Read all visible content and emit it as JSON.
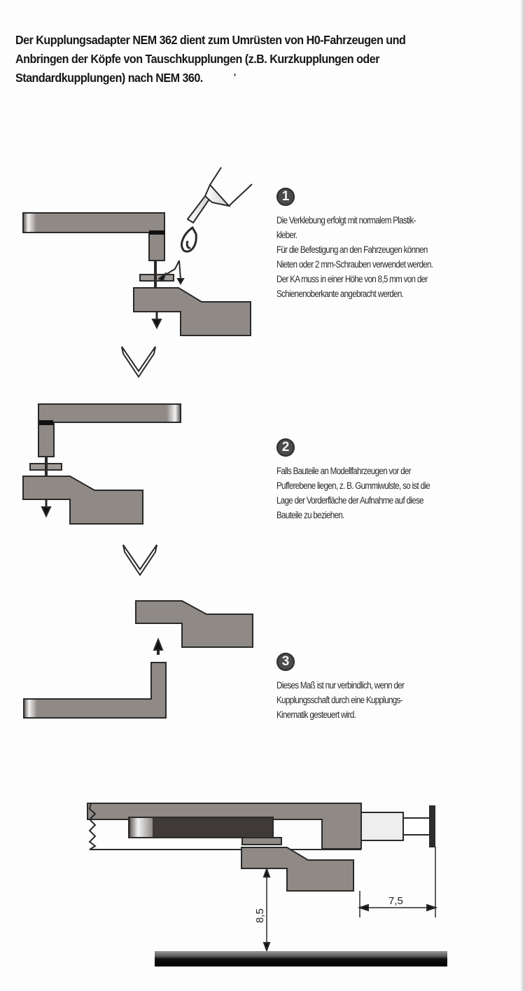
{
  "intro": {
    "lines": [
      "Der Kupplungsadapter NEM 362 dient zum Umrüsten von H0-Fahrzeugen und",
      "Anbringen der Köpfe von Tauschkupplungen (z.B. Kurzkupplungen oder",
      "Standardkupplungen) nach NEM 360."
    ],
    "stray_mark": "'"
  },
  "steps": [
    {
      "number": "1",
      "lines": [
        "Die Verklebung erfolgt mit normalem Plastik-",
        "kleber.",
        "Für die Befestigung an den Fahrzeugen können",
        "Nieten oder 2 mm-Schrauben verwendet werden.",
        "Der KA muss in einer Höhe von 8,5 mm von der",
        "Schienenoberkante angebracht werden."
      ]
    },
    {
      "number": "2",
      "lines": [
        "Falls Bauteile an Modellfahrzeugen vor der",
        "Pufferebene liegen, z. B. Gummiwulste, so ist die",
        "Lage der Vorderfläche der Aufnahme auf diese",
        "Bauteile zu beziehen."
      ]
    },
    {
      "number": "3",
      "lines": [
        "Dieses Maß ist nur verbindlich, wenn der",
        "Kupplungsschaft durch eine Kupplungs-",
        "Kinematik gesteuert wird."
      ]
    }
  ],
  "diagram": {
    "dimension_height": "8,5",
    "dimension_width": "7,5"
  },
  "colors": {
    "part_fill": "#8f8a86",
    "dark_part": "#3f3a38",
    "outline": "#2a2a2a",
    "rail": "#1c1c1c"
  }
}
